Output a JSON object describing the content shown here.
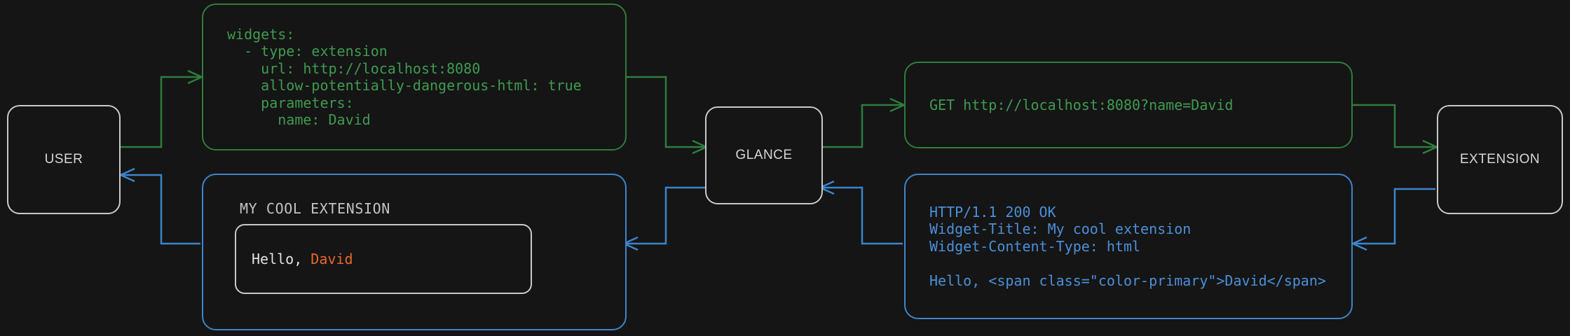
{
  "theme": {
    "background": "#151515",
    "node_border": "#c9c9c9",
    "node_text": "#d6d6d6",
    "request_color": "#3f9b50",
    "request_border": "#2e7d3e",
    "response_color": "#4a90d9",
    "response_border": "#3d85cd",
    "accent_primary": "#e8682c",
    "widget_text": "#e2e2e2"
  },
  "nodes": {
    "user": "USER",
    "glance": "GLANCE",
    "extension": "EXTENSION"
  },
  "config_box": {
    "label": "glance-yaml-config",
    "code": "widgets:\n  - type: extension\n    url: http://localhost:8080\n    allow-potentially-dangerous-html: true\n    parameters:\n      name: David"
  },
  "request_box": {
    "label": "http-request",
    "code": "GET http://localhost:8080?name=David"
  },
  "response_box": {
    "label": "http-response",
    "code": "HTTP/1.1 200 OK\nWidget-Title: My cool extension\nWidget-Content-Type: html\n\nHello, <span class=\"color-primary\">David</span>"
  },
  "widget_preview": {
    "title": "MY COOL EXTENSION",
    "greeting_prefix": "Hello, ",
    "greeting_name": "David"
  }
}
